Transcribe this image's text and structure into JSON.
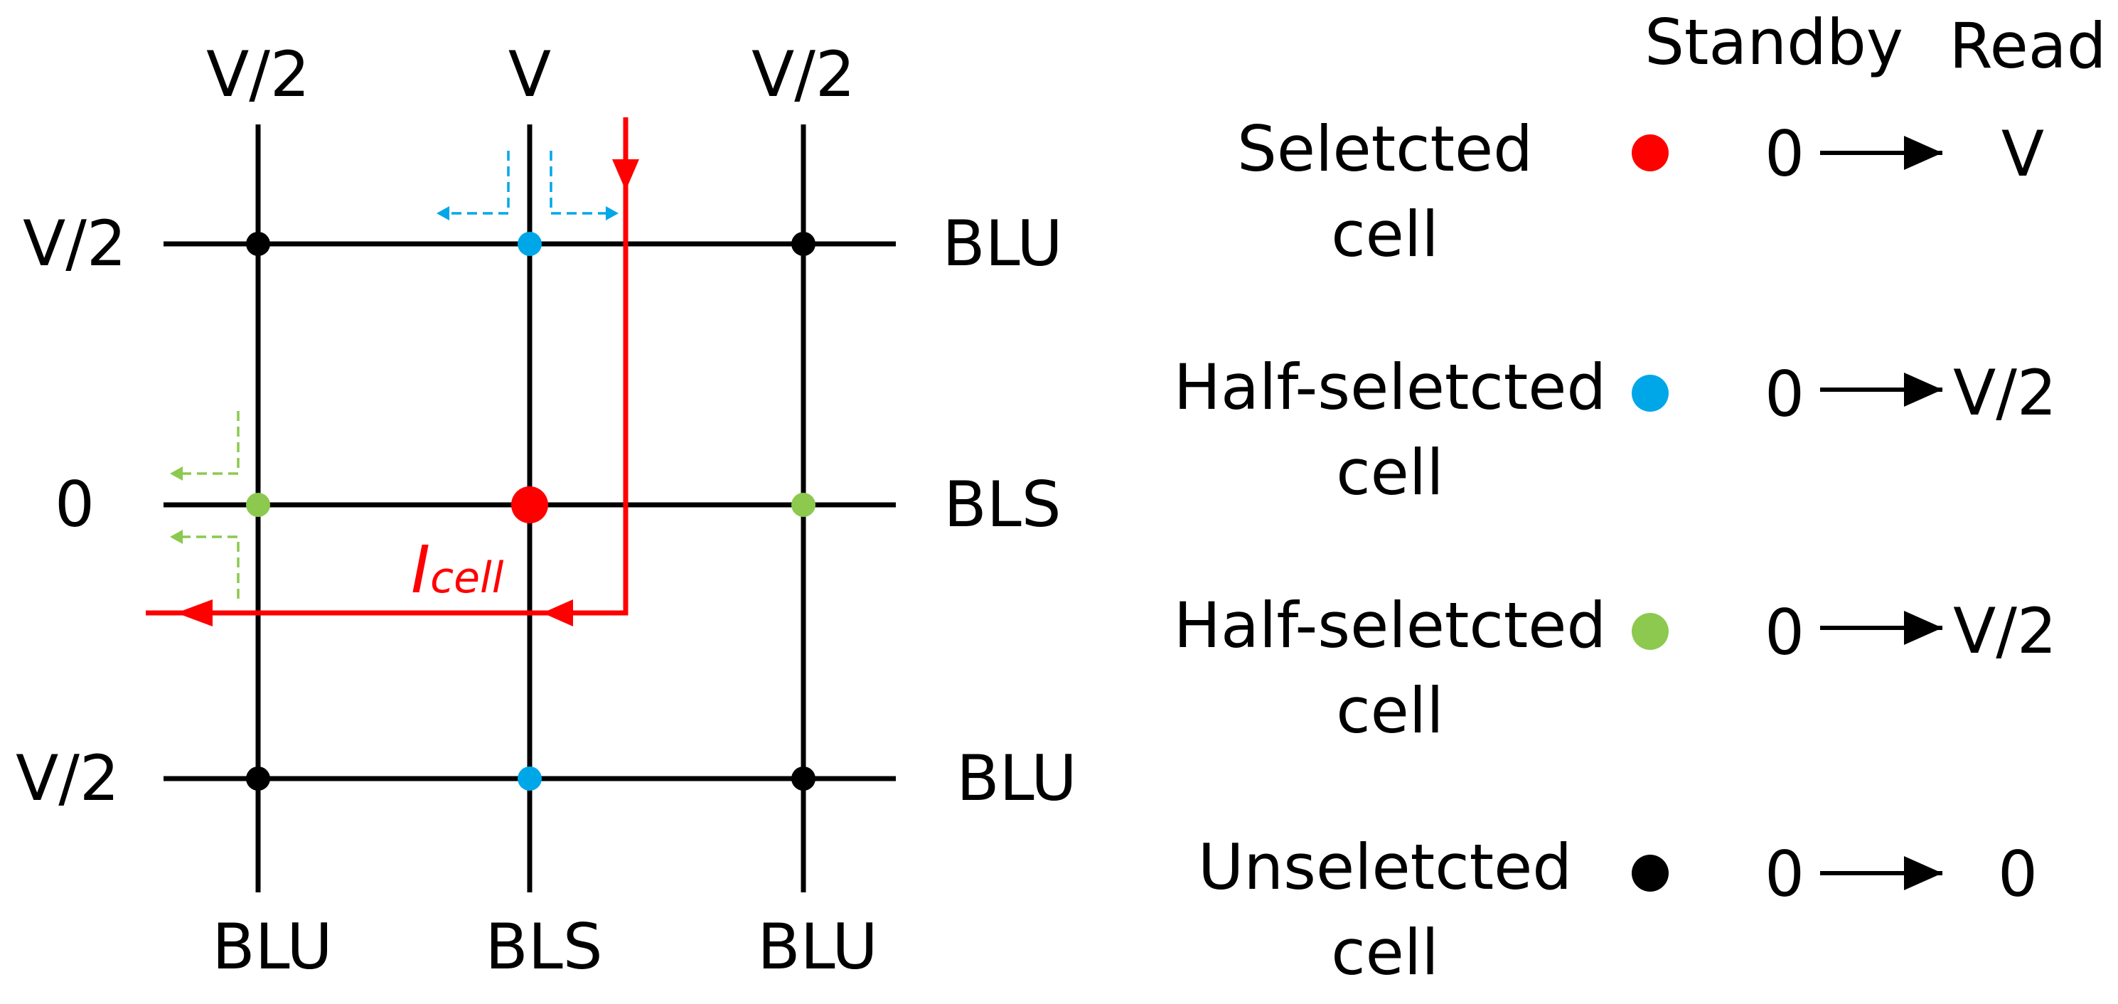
{
  "colors": {
    "selected": "#ff0000",
    "half_selected_blue": "#00a7e8",
    "half_selected_green": "#8cc94e",
    "unselected": "#000000",
    "current_path": "#ff0000"
  },
  "top_labels": [
    "V/2",
    "V",
    "V/2"
  ],
  "left_labels": [
    "V/2",
    "0",
    "V/2"
  ],
  "right_labels": [
    "BLU",
    "BLS",
    "BLU"
  ],
  "bottom_labels": [
    "BLU",
    "BLS",
    "BLU"
  ],
  "current_label": {
    "main": "I",
    "subscript": "cell"
  },
  "legend": {
    "header": {
      "standby": "Standby",
      "read": "Read"
    },
    "items": [
      {
        "line1": "Seletcted",
        "line2": "cell",
        "color": "#ff0000",
        "standby": "0",
        "read": "V"
      },
      {
        "line1": "Half-seletcted",
        "line2": "cell",
        "color": "#00a7e8",
        "standby": "0",
        "read": "V/2"
      },
      {
        "line1": "Half-seletcted",
        "line2": "cell",
        "color": "#8cc94e",
        "standby": "0",
        "read": "V/2"
      },
      {
        "line1": "Unseletcted",
        "line2": "cell",
        "color": "#000000",
        "standby": "0",
        "read": "0"
      }
    ]
  }
}
